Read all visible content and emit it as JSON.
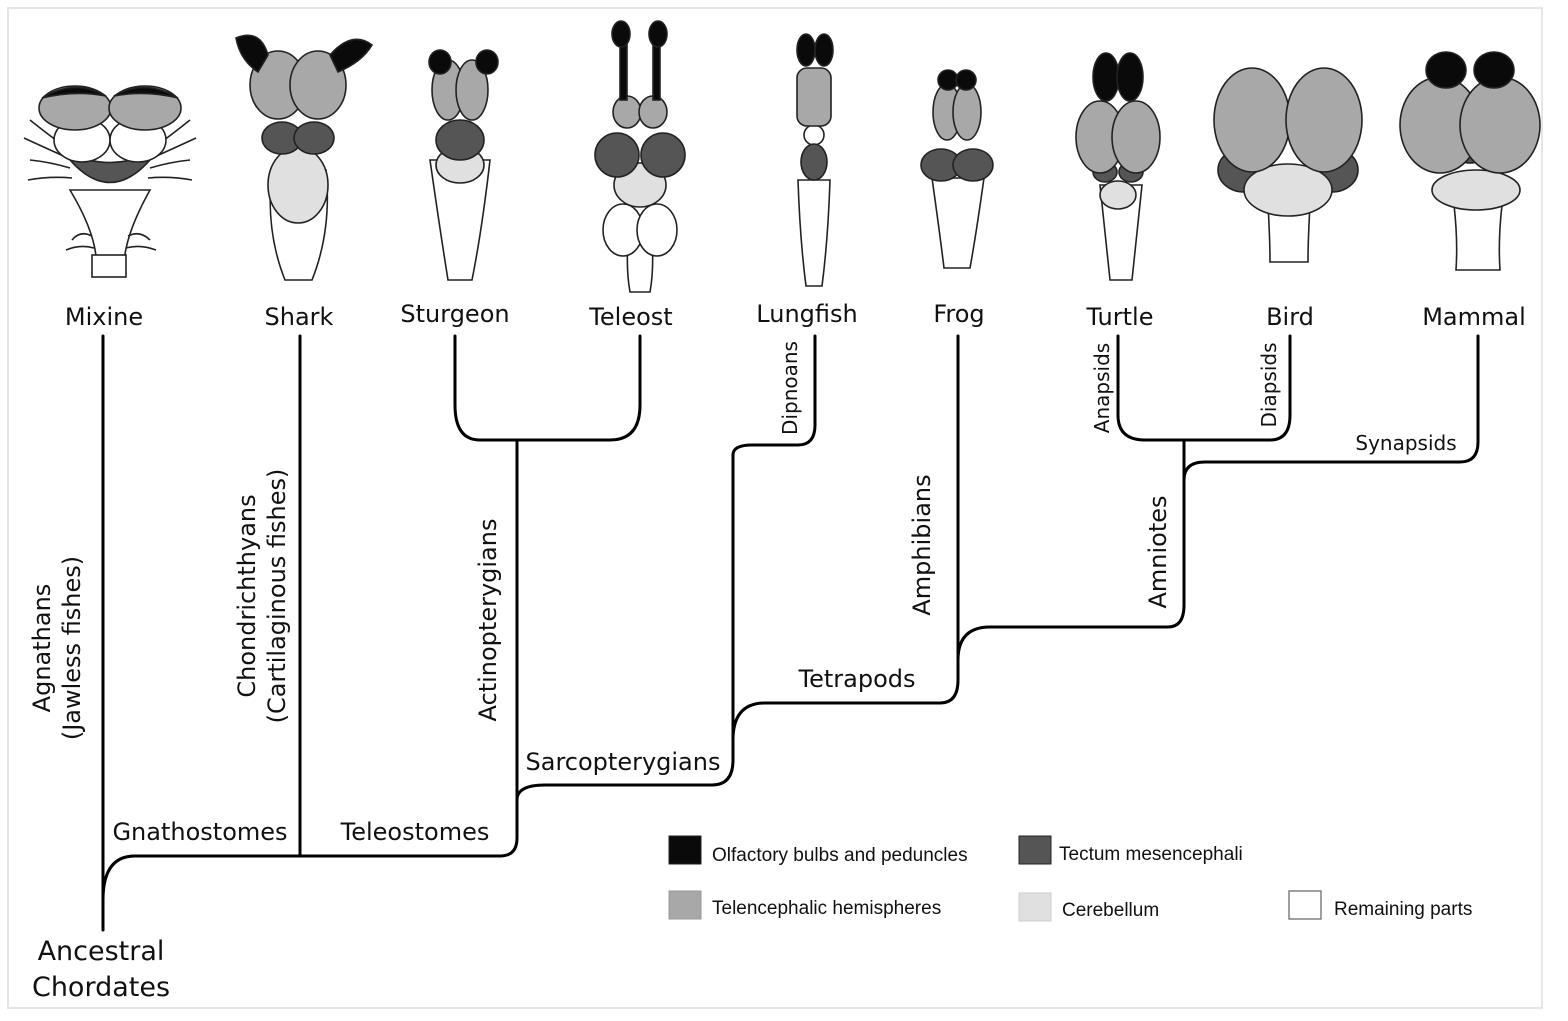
{
  "colors": {
    "olfactory": "#0a0a0a",
    "telencephalon": "#a8a8a8",
    "tectum": "#555555",
    "cerebellum": "#e0e0e0",
    "remaining": "#ffffff",
    "line": "#000000"
  },
  "taxa": {
    "mixine": "Mixine",
    "shark": "Shark",
    "sturgeon": "Sturgeon",
    "teleost": "Teleost",
    "lungfish": "Lungfish",
    "frog": "Frog",
    "turtle": "Turtle",
    "bird": "Bird",
    "mammal": "Mammal"
  },
  "root": {
    "line1": "Ancestral",
    "line2": "Chordates"
  },
  "clades": {
    "agnathans_1": "Agnathans",
    "agnathans_2": "(Jawless fishes)",
    "chondrichthyans_1": "Chondrichthyans",
    "chondrichthyans_2": "(Cartilaginous fishes)",
    "actinopterygians": "Actinopterygians",
    "gnathostomes": "Gnathostomes",
    "teleostomes": "Teleostomes",
    "sarcopterygians": "Sarcopterygians",
    "dipnoans": "Dipnoans",
    "tetrapods": "Tetrapods",
    "amphibians": "Amphibians",
    "amniotes": "Amniotes",
    "anapsids": "Anapsids",
    "diapsids": "Diapsids",
    "synapsids": "Synapsids"
  },
  "legend": {
    "olfactory": "Olfactory bulbs and peduncles",
    "tectum": "Tectum mesencephali",
    "telencephalon": "Telencephalic hemispheres",
    "cerebellum": "Cerebellum",
    "remaining": "Remaining parts"
  }
}
